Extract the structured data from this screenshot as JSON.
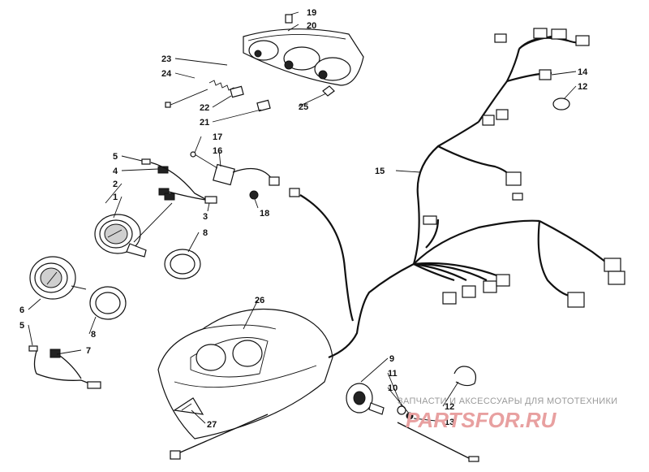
{
  "diagram": {
    "callouts": {
      "c1": "1",
      "c2": "2",
      "c3": "3",
      "c4": "4",
      "c5a": "5",
      "c5b": "5",
      "c6": "6",
      "c7": "7",
      "c8a": "8",
      "c8b": "8",
      "c9": "9",
      "c10": "10",
      "c11": "11",
      "c12a": "12",
      "c12b": "12",
      "c13": "13",
      "c14": "14",
      "c15": "15",
      "c16": "16",
      "c17": "17",
      "c18": "18",
      "c19": "19",
      "c20": "20",
      "c21": "21",
      "c22": "22",
      "c23": "23",
      "c24": "24",
      "c25": "25",
      "c26": "26",
      "c27": "27"
    }
  },
  "watermark": {
    "tagline": "ЗАПЧАСТИ И АКСЕССУАРЫ ДЛЯ МОТОТЕХНИКИ",
    "logo": "PARTSFOR.RU"
  }
}
